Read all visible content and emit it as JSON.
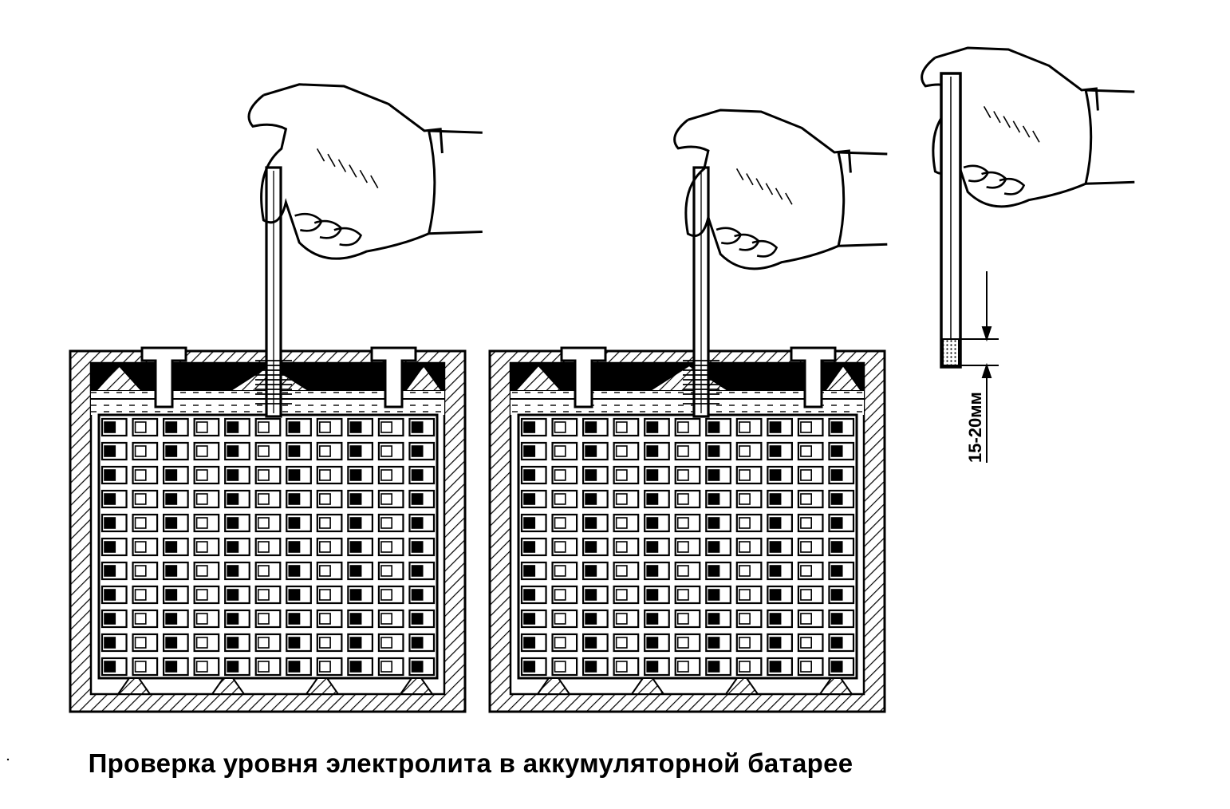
{
  "caption": "Проверка уровня электролита в аккумуляторной батарее",
  "dimension_label": "15-20мм",
  "colors": {
    "ink": "#000000",
    "paper": "#ffffff"
  },
  "illustrations": [
    {
      "name": "battery-cell-tube-inserted",
      "icon": "battery-cross-section-with-hand-and-glass-tube"
    },
    {
      "name": "battery-cell-tube-closed",
      "icon": "battery-cross-section-with-hand-closing-tube"
    },
    {
      "name": "tube-withdrawn",
      "icon": "glass-tube-with-electrolyte-column"
    }
  ]
}
